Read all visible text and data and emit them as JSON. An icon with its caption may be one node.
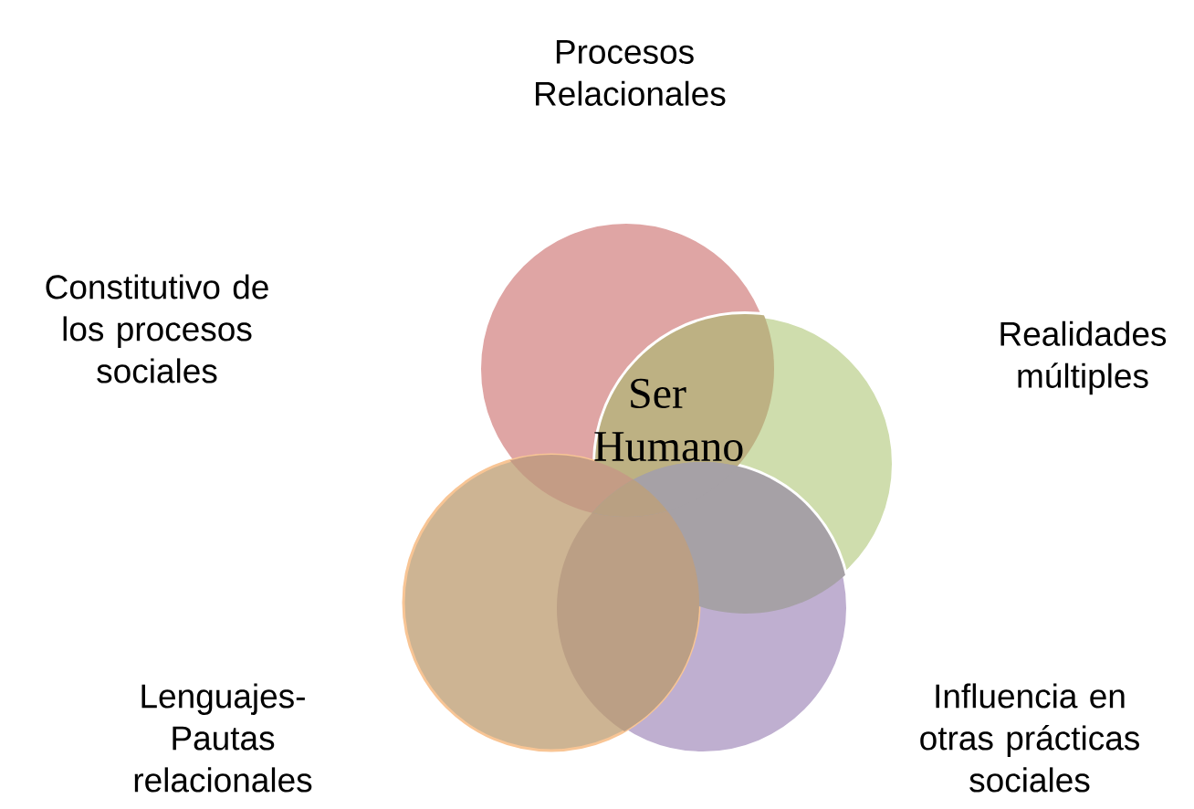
{
  "diagram": {
    "nodes": [
      {
        "text": [
          "Procesos Relacionales"
        ]
      },
      {
        "text": [
          "Realidades múltiples"
        ]
      },
      {
        "text": [
          "Influencia en otras prácticas sociales"
        ]
      },
      {
        "text": [
          "Lenguajes-Pautas relacionales"
        ]
      },
      {
        "text": [
          "Ser Humano"
        ]
      }
    ],
    "labels": [
      "Constitutivo de los procesos sociales"
    ]
  }
}
